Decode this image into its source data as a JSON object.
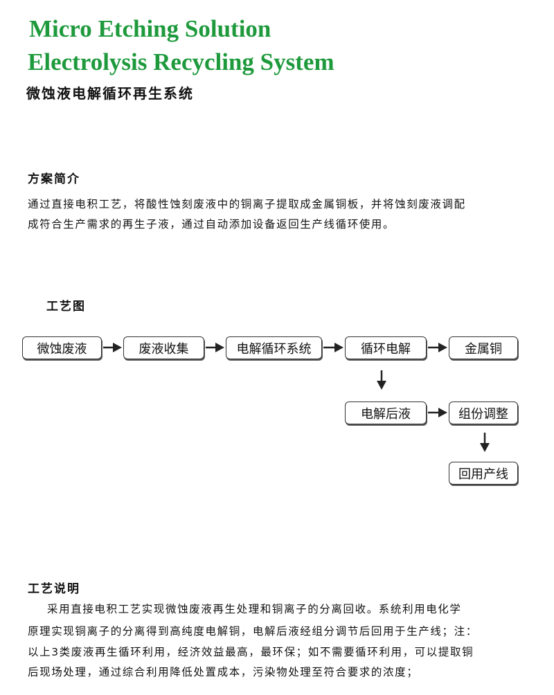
{
  "title_en": [
    "Micro Etching Solution",
    "Electrolysis Recycling System"
  ],
  "title_cn": "微蚀液电解循环再生系统",
  "intro": {
    "heading": "方案简介",
    "lines": [
      "通过直接电积工艺，将酸性蚀刻废液中的铜离子提取成金属铜板，并将蚀刻废液调配",
      "成符合生产需求的再生子液，通过自动添加设备返回生产线循环使用。"
    ]
  },
  "diagram": {
    "heading": "工艺图",
    "nodes": [
      "微蚀废液",
      "废液收集",
      "电解循环系统",
      "循环电解",
      "金属铜",
      "电解后液",
      "组份调整",
      "回用产线"
    ]
  },
  "desc": {
    "heading": "工艺说明",
    "lines": [
      "采用直接电积工艺实现微蚀废液再生处理和铜离子的分离回收。系统利用电化学",
      "原理实现铜离子的分离得到高纯度电解铜，电解后液经组分调节后回用于生产线；注：",
      "以上3类废液再生循环利用，经济效益最高，最环保；如不需要循环利用，可以提取铜",
      "后现场处理，通过综合利用降低处置成本，污染物处理至符合要求的浓度；"
    ]
  }
}
